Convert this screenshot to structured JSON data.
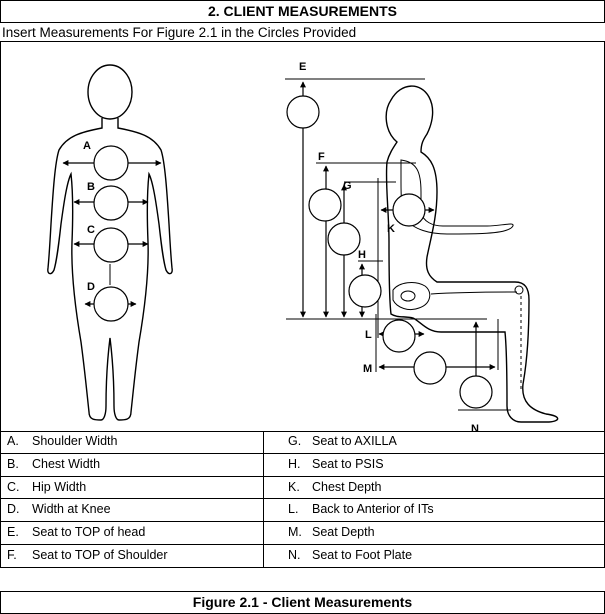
{
  "section_title": "2. CLIENT MEASUREMENTS",
  "instruction": "Insert Measurements For Figure 2.1 in the Circles Provided",
  "figure_labels": {
    "A": "A",
    "B": "B",
    "C": "C",
    "D": "D",
    "E": "E",
    "F": "F",
    "G": "G",
    "H": "H",
    "K": "K",
    "L": "L",
    "M": "M",
    "N": "N"
  },
  "legend": {
    "left": [
      {
        "letter": "A.",
        "text": "Shoulder Width"
      },
      {
        "letter": "B.",
        "text": "Chest Width"
      },
      {
        "letter": "C.",
        "text": "Hip Width"
      },
      {
        "letter": "D.",
        "text": "Width at Knee"
      },
      {
        "letter": "E.",
        "text": "Seat to TOP of head"
      },
      {
        "letter": "F.",
        "text": "Seat to TOP of Shoulder"
      }
    ],
    "right": [
      {
        "letter": "G.",
        "text": "Seat to AXILLA"
      },
      {
        "letter": "H.",
        "text": "Seat to PSIS"
      },
      {
        "letter": "K.",
        "text": "Chest Depth"
      },
      {
        "letter": "L.",
        "text": "Back to Anterior of ITs"
      },
      {
        "letter": "M.",
        "text": "Seat Depth"
      },
      {
        "letter": "N.",
        "text": "Seat to Foot Plate"
      }
    ]
  },
  "caption": "Figure 2.1 - Client Measurements"
}
